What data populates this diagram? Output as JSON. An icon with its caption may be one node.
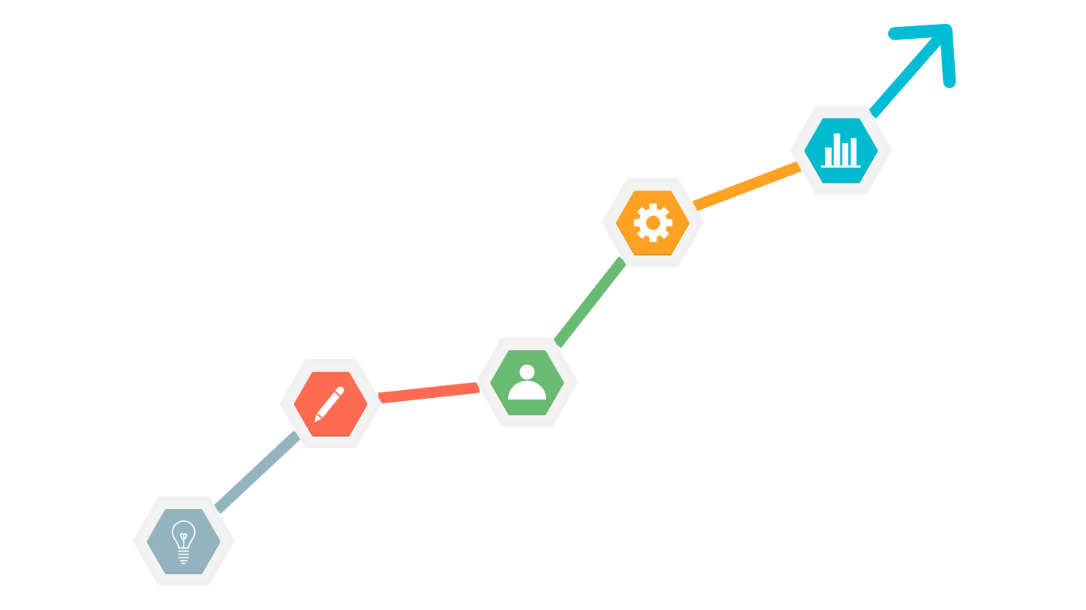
{
  "diagram": {
    "nodes": [
      {
        "text": [],
        "shape": "hexagon"
      },
      {
        "text": [],
        "shape": "hexagon"
      },
      {
        "text": [],
        "shape": "hexagon"
      },
      {
        "text": [],
        "shape": "hexagon"
      },
      {
        "text": [],
        "shape": "hexagon"
      }
    ],
    "edges": [
      {
        "from": 0,
        "to": 1,
        "arrow": "none",
        "color": "#93b4bf"
      },
      {
        "from": 1,
        "to": 2,
        "arrow": "none",
        "color": "#ff6b52"
      },
      {
        "from": 2,
        "to": 3,
        "arrow": "none",
        "color": "#69ba72"
      },
      {
        "from": 3,
        "to": 4,
        "arrow": "none",
        "color": "#ffa224"
      },
      {
        "from": 4,
        "to": null,
        "arrow": "to",
        "color": "#00bcd4"
      }
    ]
  }
}
